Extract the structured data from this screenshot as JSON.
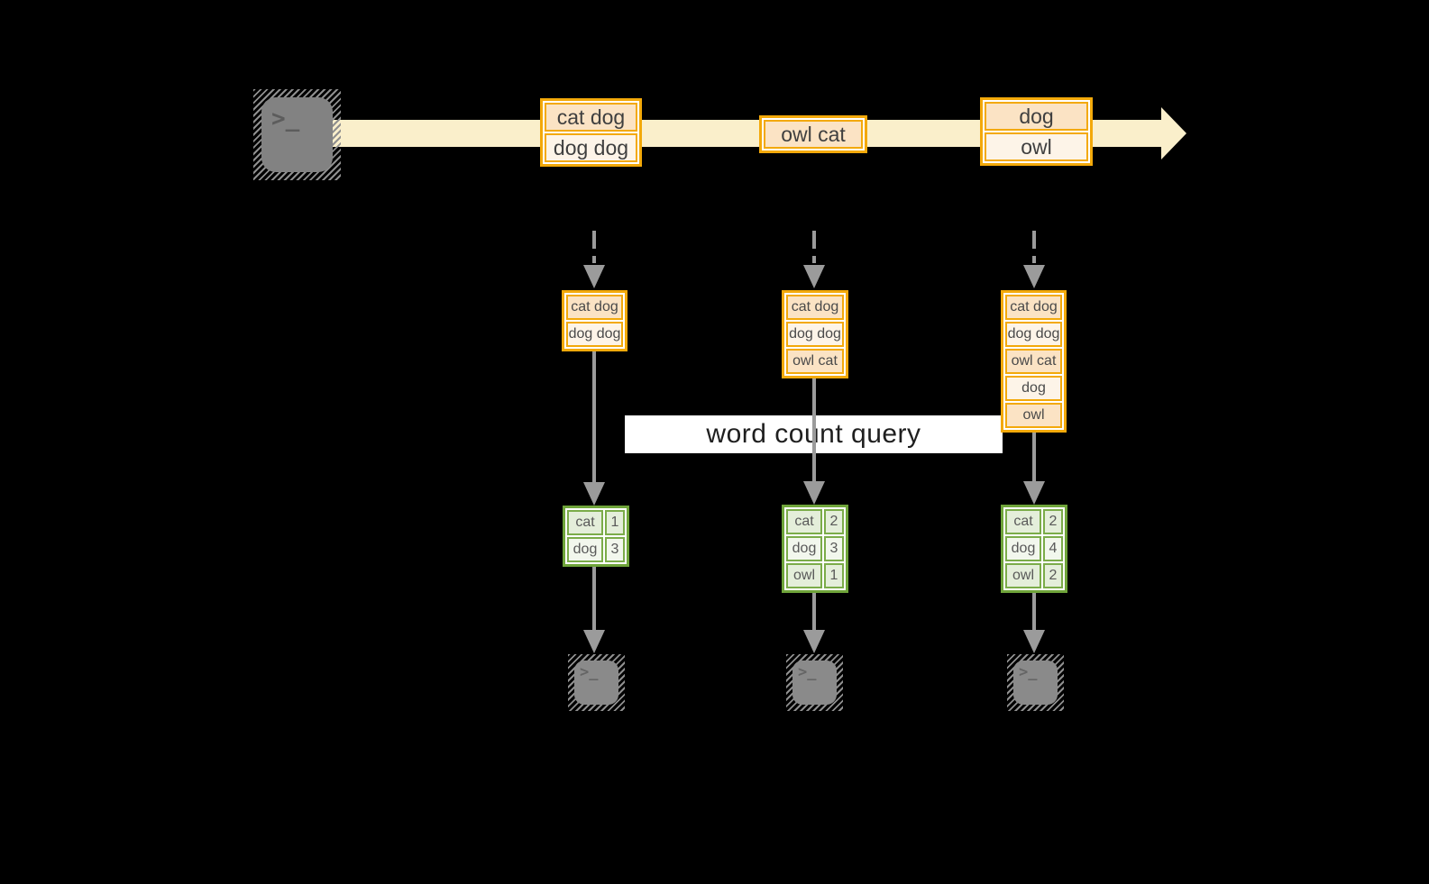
{
  "query": {
    "label": "word count query"
  },
  "terminal": {
    "glyph": ">_"
  },
  "stream": {
    "batches": [
      {
        "rows": [
          "cat dog",
          "dog dog"
        ]
      },
      {
        "rows": [
          "owl cat"
        ]
      },
      {
        "rows": [
          "dog",
          "owl"
        ]
      }
    ]
  },
  "states": [
    {
      "rows": [
        "cat dog",
        "dog dog"
      ]
    },
    {
      "rows": [
        "cat dog",
        "dog dog",
        "owl cat"
      ]
    },
    {
      "rows": [
        "cat dog",
        "dog dog",
        "owl cat",
        "dog",
        "owl"
      ]
    }
  ],
  "results": [
    {
      "rows": [
        {
          "word": "cat",
          "count": "1"
        },
        {
          "word": "dog",
          "count": "3"
        }
      ]
    },
    {
      "rows": [
        {
          "word": "cat",
          "count": "2"
        },
        {
          "word": "dog",
          "count": "3"
        },
        {
          "word": "owl",
          "count": "1"
        }
      ]
    },
    {
      "rows": [
        {
          "word": "cat",
          "count": "2"
        },
        {
          "word": "dog",
          "count": "4"
        },
        {
          "word": "owl",
          "count": "2"
        }
      ]
    }
  ],
  "palette": {
    "background": "#000000",
    "stream_band": "#FAEFCB",
    "amber_border": "#F3A90A",
    "amber_fill_dark": "#FBE3C4",
    "amber_fill_light": "#FDF4E8",
    "green_border": "#6FA43A",
    "green_fill_dark": "#E4EEDA",
    "green_fill_light": "#F2F7ED",
    "arrow_gray": "#9B9B9B",
    "terminal_gray": "#858585",
    "banner_bg": "#FFFFFF",
    "text_dark": "#3F3F3F"
  }
}
